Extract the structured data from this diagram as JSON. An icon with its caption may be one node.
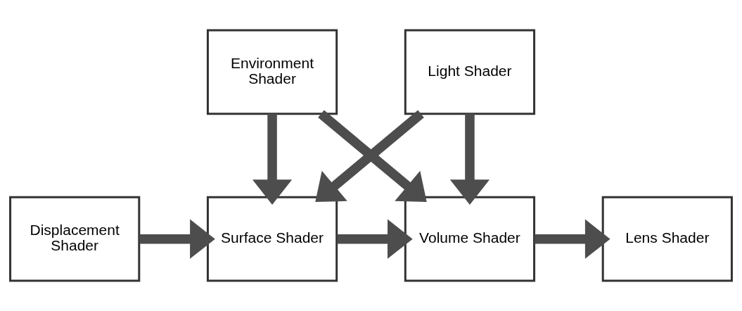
{
  "diagram": {
    "nodes": [
      {
        "text": [
          "Environment Shader"
        ]
      },
      {
        "text": [
          "Light Shader"
        ]
      },
      {
        "text": [
          "Displacement Shader"
        ]
      },
      {
        "text": [
          "Surface Shader"
        ]
      },
      {
        "text": [
          "Volume Shader"
        ]
      },
      {
        "text": [
          "Lens Shader"
        ]
      }
    ],
    "edges": [
      {
        "from": 0,
        "to": 3,
        "arrow": "to"
      },
      {
        "from": 0,
        "to": 4,
        "arrow": "to"
      },
      {
        "from": 1,
        "to": 3,
        "arrow": "to"
      },
      {
        "from": 1,
        "to": 4,
        "arrow": "to"
      },
      {
        "from": 2,
        "to": 3,
        "arrow": "to"
      },
      {
        "from": 3,
        "to": 4,
        "arrow": "to"
      },
      {
        "from": 4,
        "to": 5,
        "arrow": "to"
      }
    ]
  }
}
